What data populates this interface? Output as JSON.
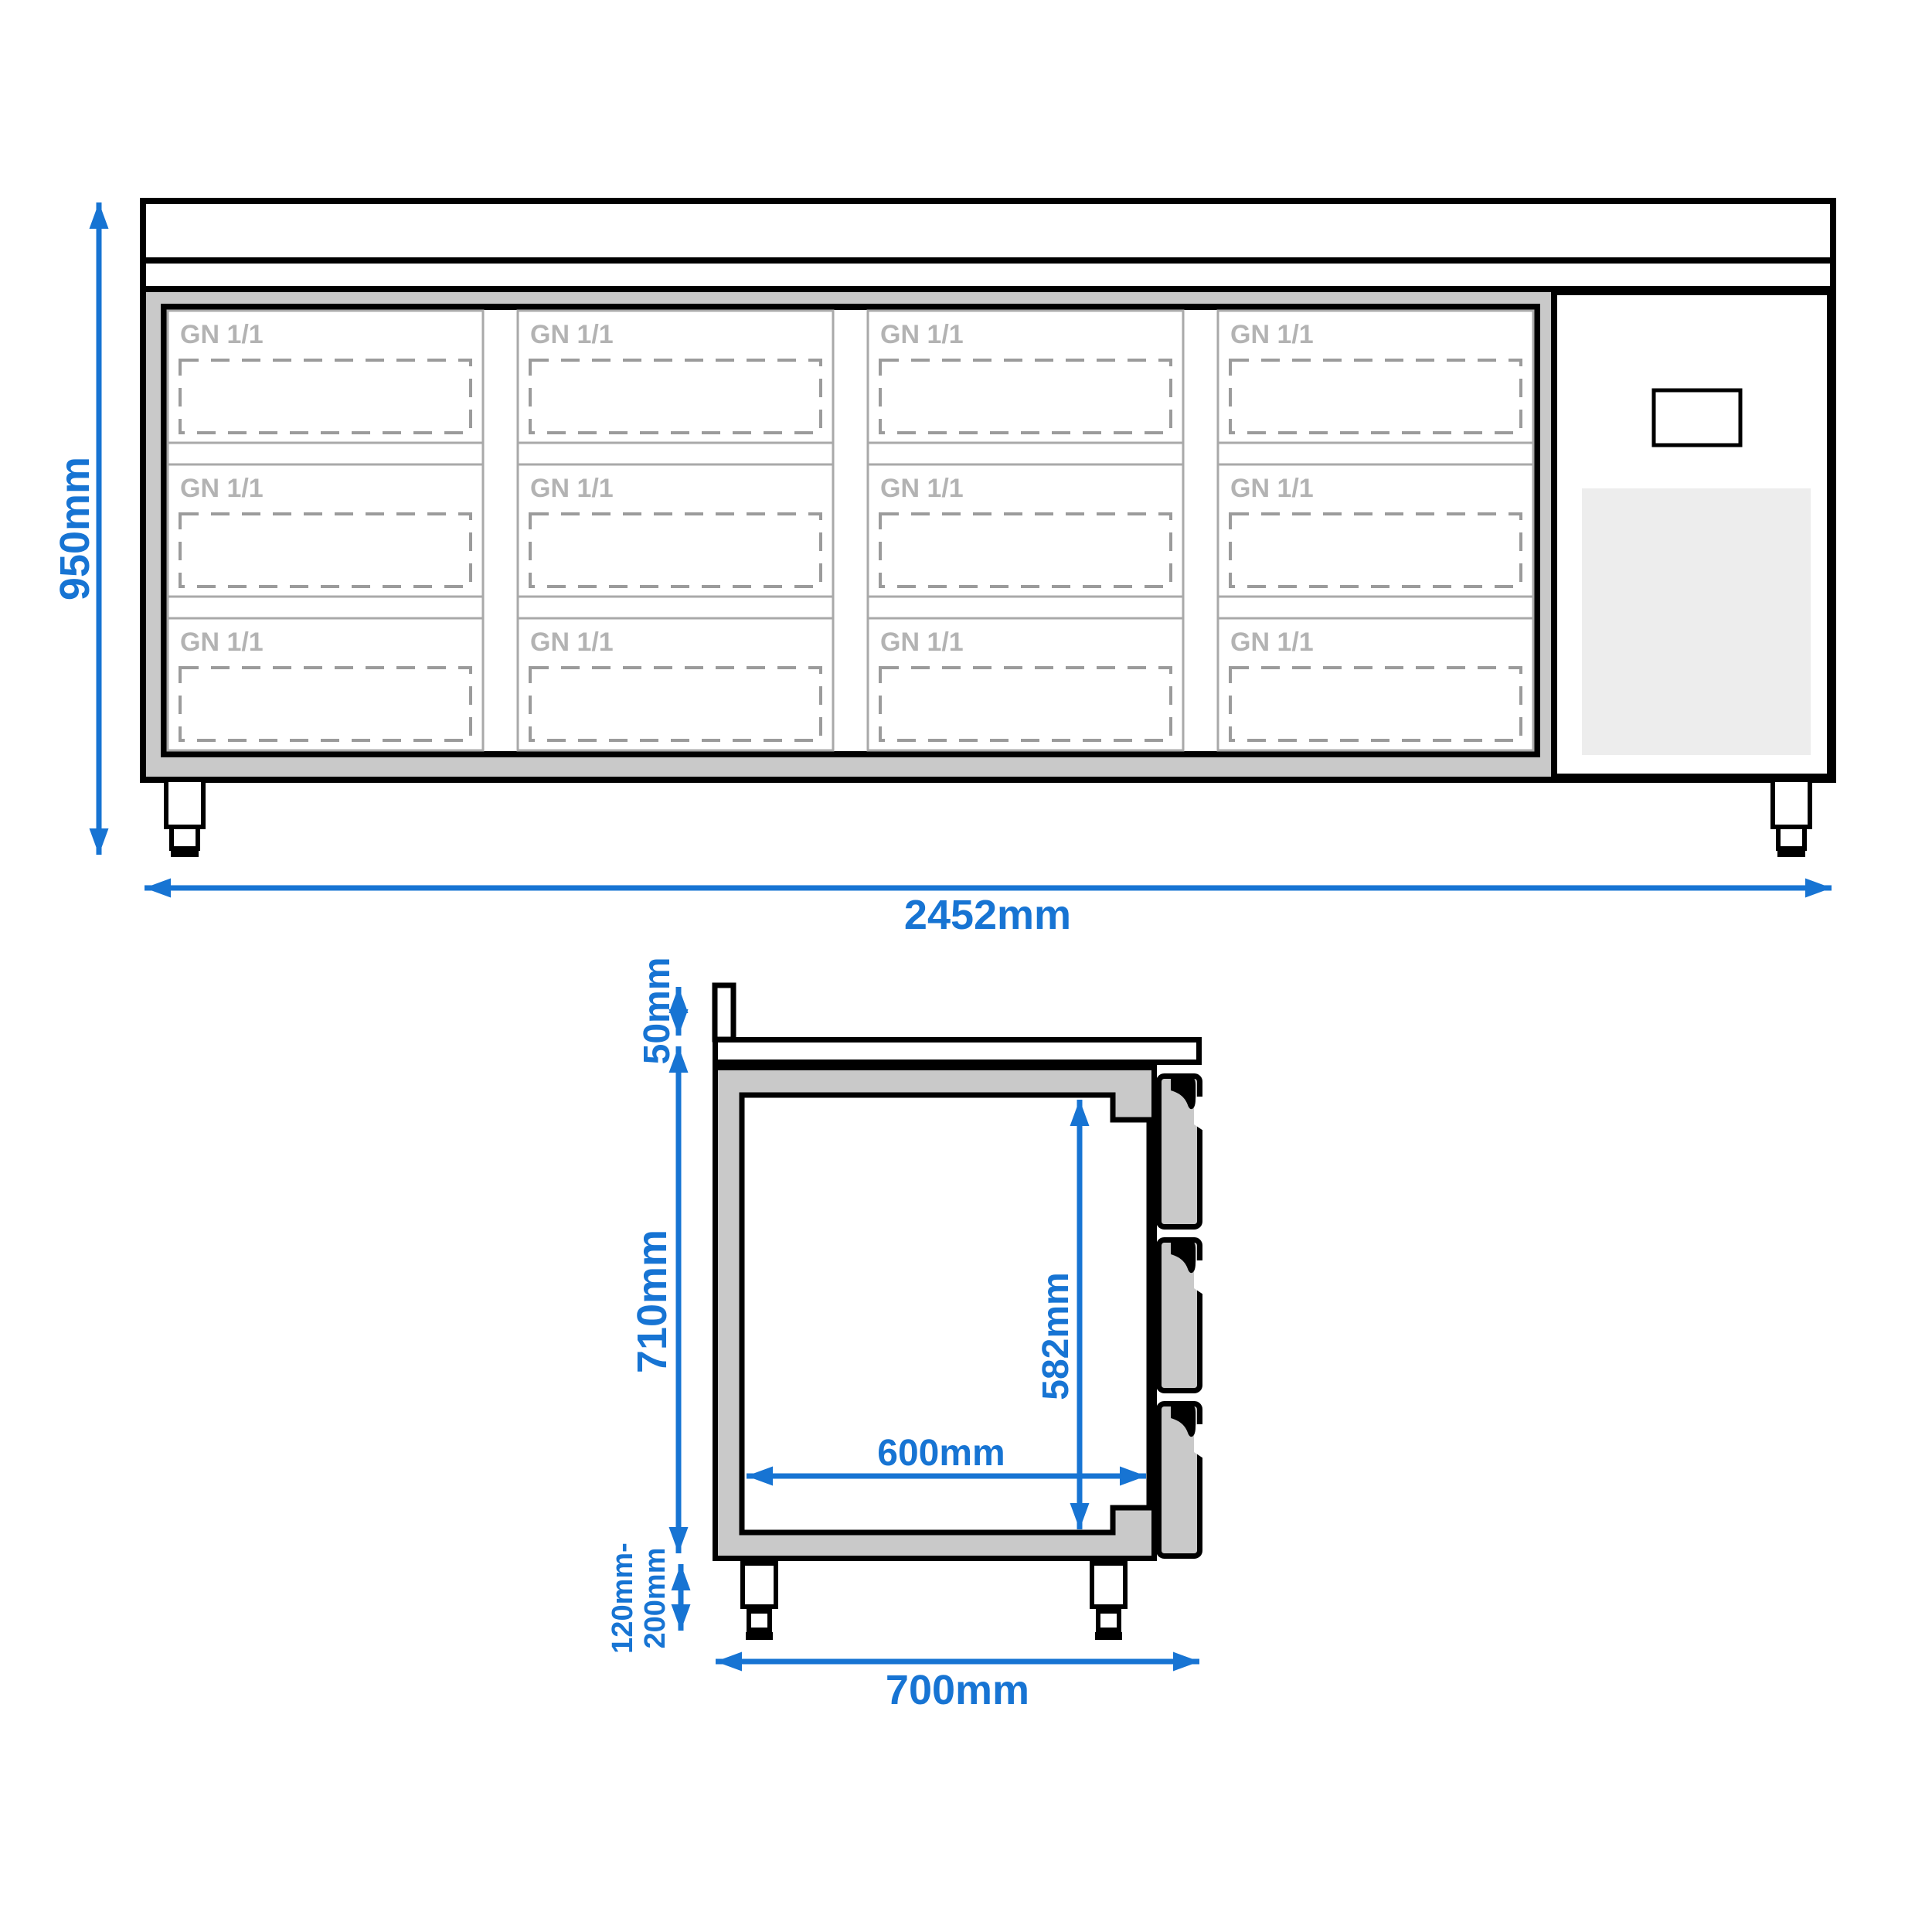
{
  "drawing_title": "refrigerated-counter-technical-drawing",
  "colors": {
    "dimension_blue": "#1774D3",
    "frame_gray": "#C9C9C9",
    "grille_gray": "#EDEDED",
    "label_gray": "#B3B3B3",
    "dash_gray": "#9B9B9B",
    "panel_border_gray": "#A9A9A9",
    "outline_black": "#000000"
  },
  "front_view": {
    "drawer_grid": {
      "columns": 4,
      "rows": 3,
      "drawer_label": "GN 1/1"
    },
    "dimensions": {
      "overall_height": "950mm",
      "overall_width": "2452mm"
    }
  },
  "side_view": {
    "dimensions": {
      "backsplash_height": "50mm",
      "body_height": "710mm",
      "leg_height_line1": "120mm-",
      "leg_height_line2": "200mm",
      "interior_width": "600mm",
      "interior_height": "582mm",
      "overall_depth": "700mm"
    }
  }
}
